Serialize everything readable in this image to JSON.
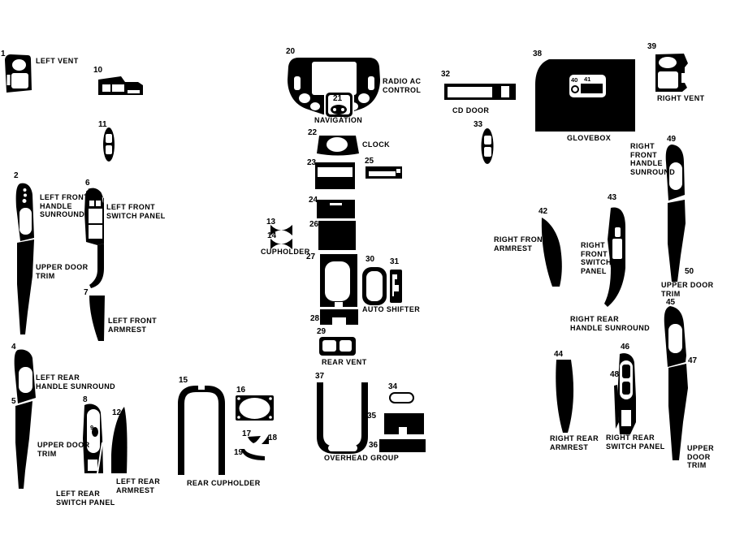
{
  "diagram": {
    "title": "Dash trim kit parts diagram",
    "ink_color": "#000000",
    "background_color": "#ffffff"
  },
  "numbers": {
    "n1": "1",
    "n2": "2",
    "n4": "4",
    "n5": "5",
    "n6": "6",
    "n7": "7",
    "n8": "8",
    "n9": "9",
    "n10": "10",
    "n11": "11",
    "n12": "12",
    "n13": "13",
    "n14": "14",
    "n15": "15",
    "n16": "16",
    "n17": "17",
    "n18": "18",
    "n19": "19",
    "n20": "20",
    "n21": "21",
    "n22": "22",
    "n23": "23",
    "n24": "24",
    "n25": "25",
    "n26": "26",
    "n27": "27",
    "n28": "28",
    "n29": "29",
    "n30": "30",
    "n31": "31",
    "n32": "32",
    "n33": "33",
    "n34": "34",
    "n35": "35",
    "n36": "36",
    "n37": "37",
    "n38": "38",
    "n39": "39",
    "n40": "40",
    "n41": "41",
    "n42": "42",
    "n43": "43",
    "n44": "44",
    "n45": "45",
    "n46": "46",
    "n47": "47",
    "n48": "48",
    "n49": "49",
    "n50": "50"
  },
  "captions": {
    "left_vent": "LEFT VENT",
    "left_front_handle_sunround": "LEFT FRONT\nHANDLE\nSUNROUND",
    "left_front_switch_panel": "LEFT FRONT\nSWITCH PANEL",
    "upper_door_trim_lf": "UPPER DOOR\nTRIM",
    "left_front_armrest": "LEFT FRONT\nARMREST",
    "left_rear_handle_sunround": "LEFT REAR\nHANDLE SUNROUND",
    "upper_door_trim_lr": "UPPER DOOR\nTRIM",
    "left_rear_switch_panel": "LEFT REAR\nSWITCH PANEL",
    "left_rear_armrest": "LEFT REAR\nARMREST",
    "rear_cupholder": "REAR CUPHOLDER",
    "cupholder": "CUPHOLDER",
    "radio_ac_control": "RADIO AC\nCONTROL",
    "navigation": "NAVIGATION",
    "clock": "CLOCK",
    "auto_shifter": "AUTO SHIFTER",
    "rear_vent": "REAR VENT",
    "overhead_group": "OVERHEAD GROUP",
    "cd_door": "CD DOOR",
    "glovebox": "GLOVEBOX",
    "right_vent": "RIGHT VENT",
    "right_front_handle_sunround": "RIGHT\nFRONT\nHANDLE\nSUNROUND",
    "upper_door_trim_rf": "UPPER DOOR\nTRIM",
    "right_front_armrest": "RIGHT FRONT\nARMREST",
    "right_front_switch_panel": "RIGHT\nFRONT\nSWITCH\nPANEL",
    "right_rear_handle_sunround": "RIGHT REAR\nHANDLE SUNROUND",
    "right_rear_armrest": "RIGHT REAR\nARMREST",
    "right_rear_switch_panel": "RIGHT REAR\nSWITCH PANEL",
    "upper_door_trim_rr": "UPPER DOOR\nTRIM"
  }
}
